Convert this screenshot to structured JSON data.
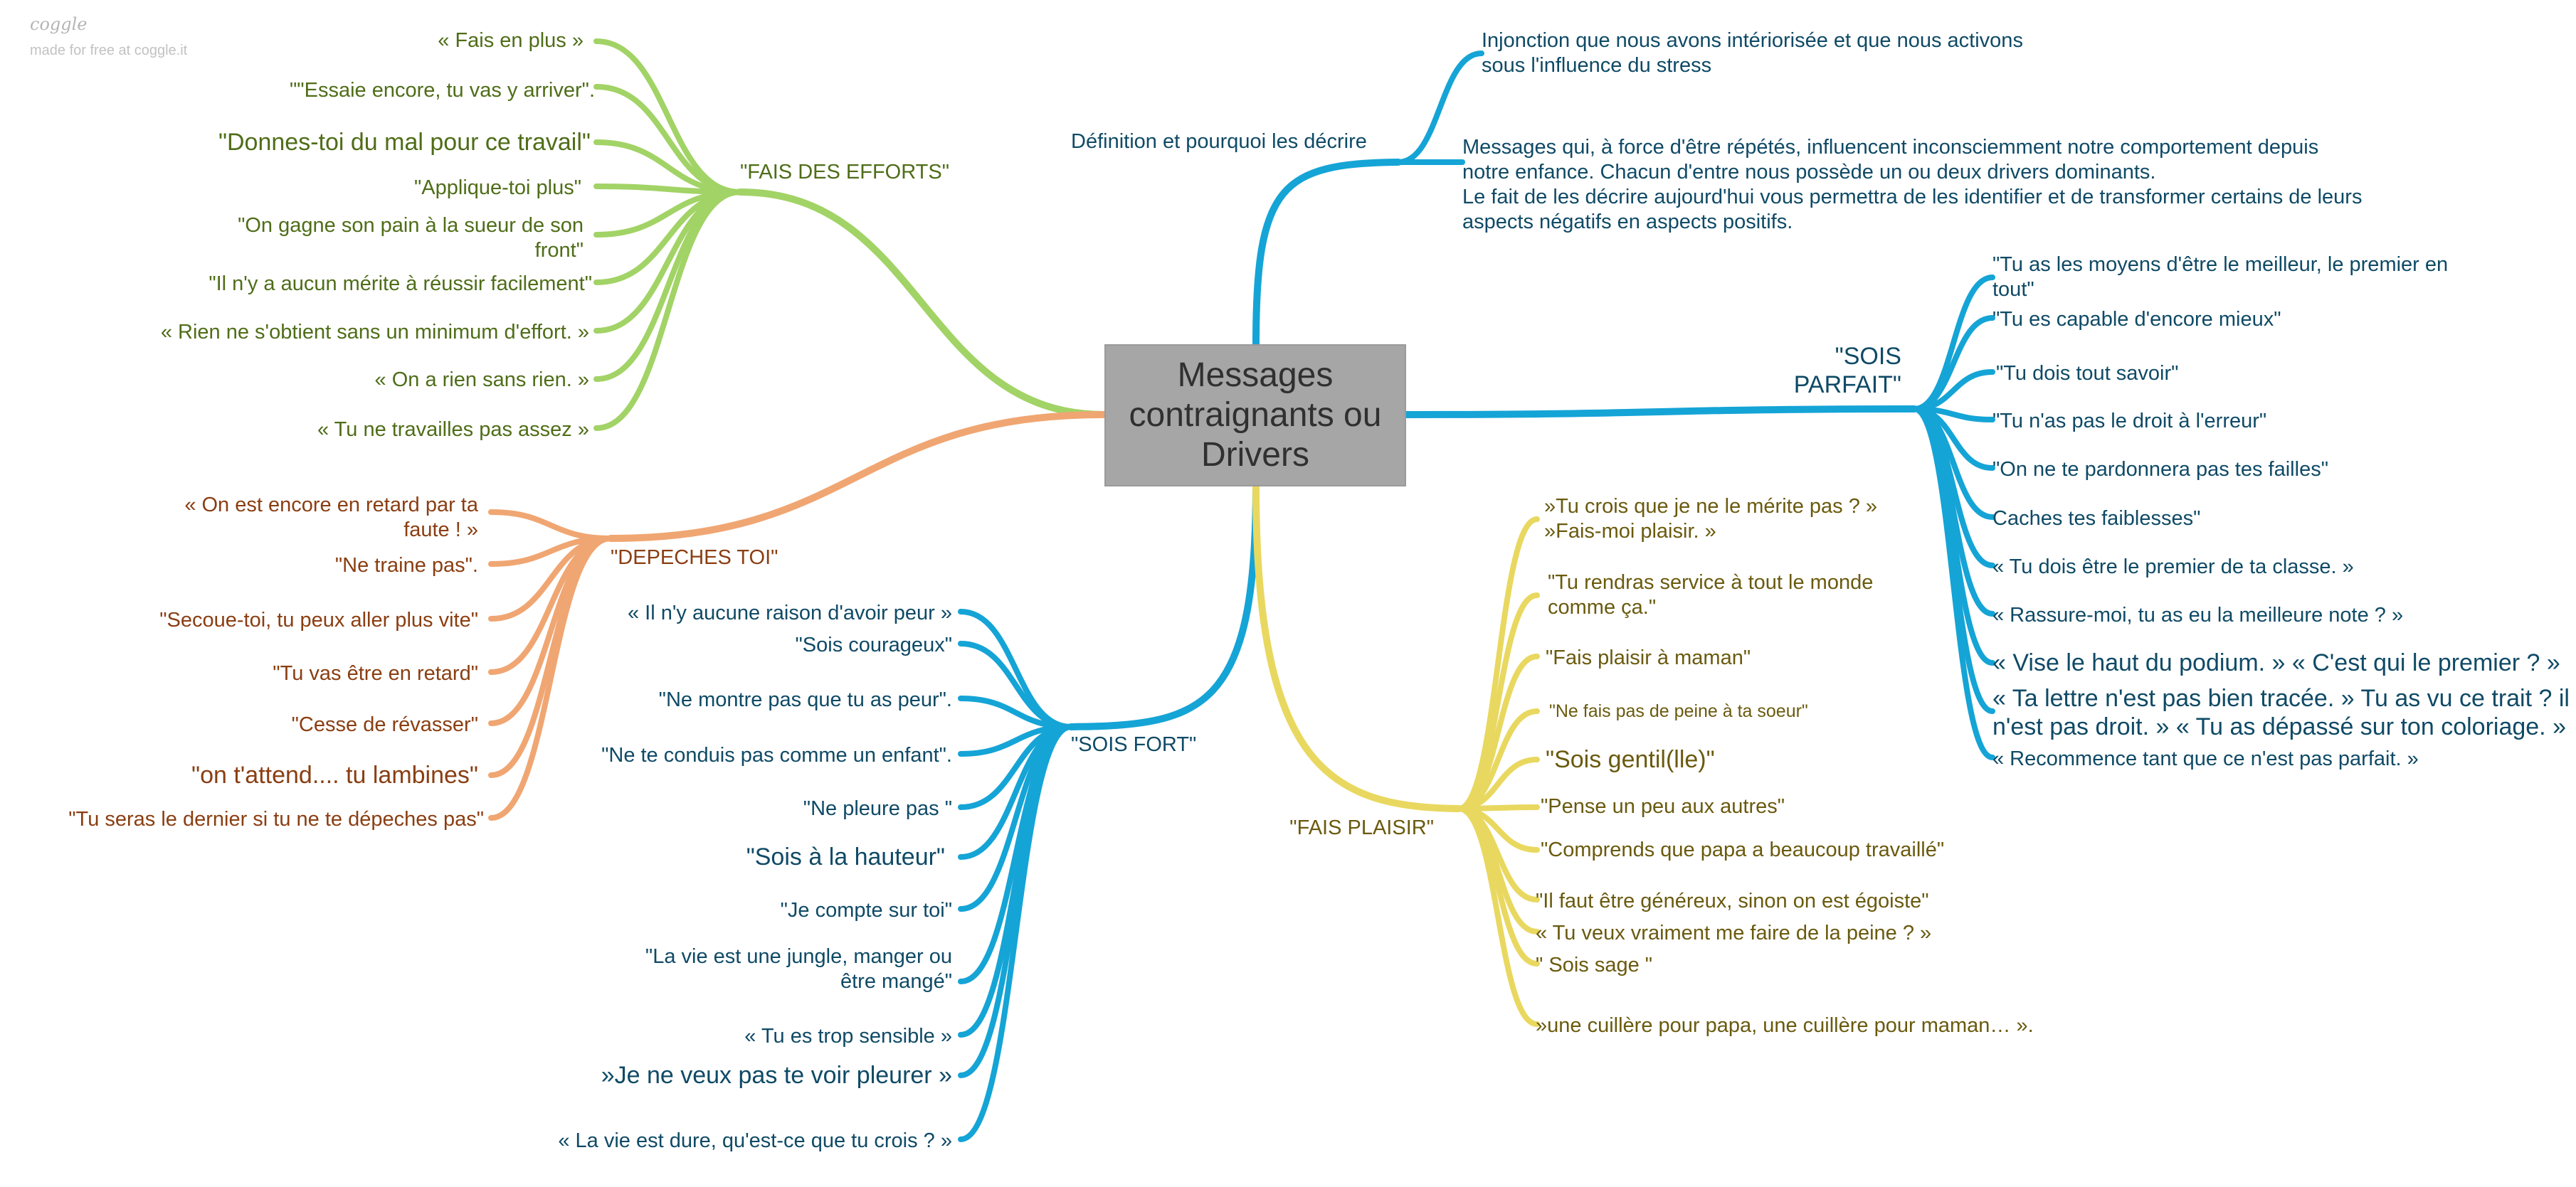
{
  "watermark": {
    "title": "coggle",
    "subtitle": "made for free at coggle.it"
  },
  "colors": {
    "green": "#a2d366",
    "orange": "#f0a672",
    "blue": "#15a4d6",
    "yellow": "#e9d860",
    "central_bg": "#a6a6a6"
  },
  "central": {
    "label": "Messages\ncontraignants ou\nDrivers"
  },
  "branches": {
    "efforts": {
      "label": "\"FAIS DES EFFORTS\"",
      "items": [
        "« Fais en plus »",
        "\"\"Essaie encore, tu vas y arriver\".",
        "\"Donnes-toi du mal pour ce travail\"",
        "\"Applique-toi plus\"",
        "\"On gagne son pain à la sueur de son\nfront\"",
        "\"Il n'y a aucun mérite à réussir facilement\"",
        "« Rien ne s'obtient sans un minimum d'effort. »",
        "« On a rien sans rien. »",
        "« Tu ne travailles pas assez »"
      ]
    },
    "depeches": {
      "label": "\"DEPECHES TOI\"",
      "items": [
        "« On est encore en retard par ta\nfaute ! »",
        "\"Ne traine pas\".",
        "\"Secoue-toi, tu peux aller plus vite\"",
        "\"Tu vas être en retard\"",
        "\"Cesse de révasser\"",
        "\"on t'attend.... tu lambines\"",
        "\"Tu seras le dernier si tu ne te dépeches pas\""
      ]
    },
    "fort": {
      "label": "\"SOIS FORT\"",
      "items": [
        "« Il n'y aucune raison d'avoir peur »",
        "\"Sois courageux\"",
        "\"Ne montre pas que tu as peur\".",
        "\"Ne te conduis pas comme un enfant\".",
        "\"Ne pleure pas \"",
        "\"Sois à la hauteur\"",
        "\"Je compte sur toi\"",
        "\"La vie est une jungle, manger ou\nêtre mangé\"",
        "« Tu es trop sensible »",
        "»Je ne veux pas te voir pleurer »",
        "« La vie est dure, qu'est-ce que tu crois ? »"
      ]
    },
    "definition": {
      "label": "Définition et pourquoi les décrire",
      "items": [
        "Injonction que nous avons intériorisée et que nous activons\nsous l'influence du stress",
        "Messages qui, à force d'être répétés, influencent inconsciemment notre comportement depuis\nnotre enfance. Chacun d'entre nous possède un ou deux drivers dominants.\nLe fait de les décrire aujourd'hui vous permettra de les identifier et de transformer certains de leurs\naspects négatifs en aspects positifs."
      ]
    },
    "parfait": {
      "label": "\"SOIS\nPARFAIT\"",
      "items": [
        "\"Tu as les moyens d'être le meilleur, le premier en\ntout\"",
        "\"Tu es capable d'encore mieux\"",
        "\"Tu dois tout savoir\"",
        "\"Tu n'as pas le droit à l'erreur\"",
        "\"On ne te pardonnera pas tes failles\"",
        "Caches tes faiblesses\"",
        "« Tu dois être le premier de ta classe. »",
        "« Rassure-moi, tu as eu la meilleure note ? »",
        "« Vise le haut du podium. » « C'est qui le premier ? »",
        "« Ta lettre n'est pas bien tracée. » Tu as vu ce trait ? il\nn'est pas droit. » « Tu as dépassé sur ton coloriage. »",
        "« Recommence tant que ce n'est pas parfait. »"
      ]
    },
    "plaisir": {
      "label": "\"FAIS PLAISIR\"",
      "items": [
        "»Tu crois que je ne le mérite pas ? »\n»Fais-moi plaisir. »",
        "\"Tu rendras service à tout le monde\ncomme ça.\"",
        "\"Fais plaisir à maman\"",
        "\"Ne fais pas de peine à ta soeur\"",
        "\"Sois gentil(lle)\"",
        "\"Pense un peu aux autres\"",
        "\"Comprends que papa a beaucoup travaillé\"",
        "\"Il faut être généreux, sinon on est égoiste\"",
        "« Tu veux vraiment me faire de la peine ? »",
        "\" Sois sage \"",
        "»une cuillère pour papa, une cuillère pour maman… »."
      ]
    }
  }
}
